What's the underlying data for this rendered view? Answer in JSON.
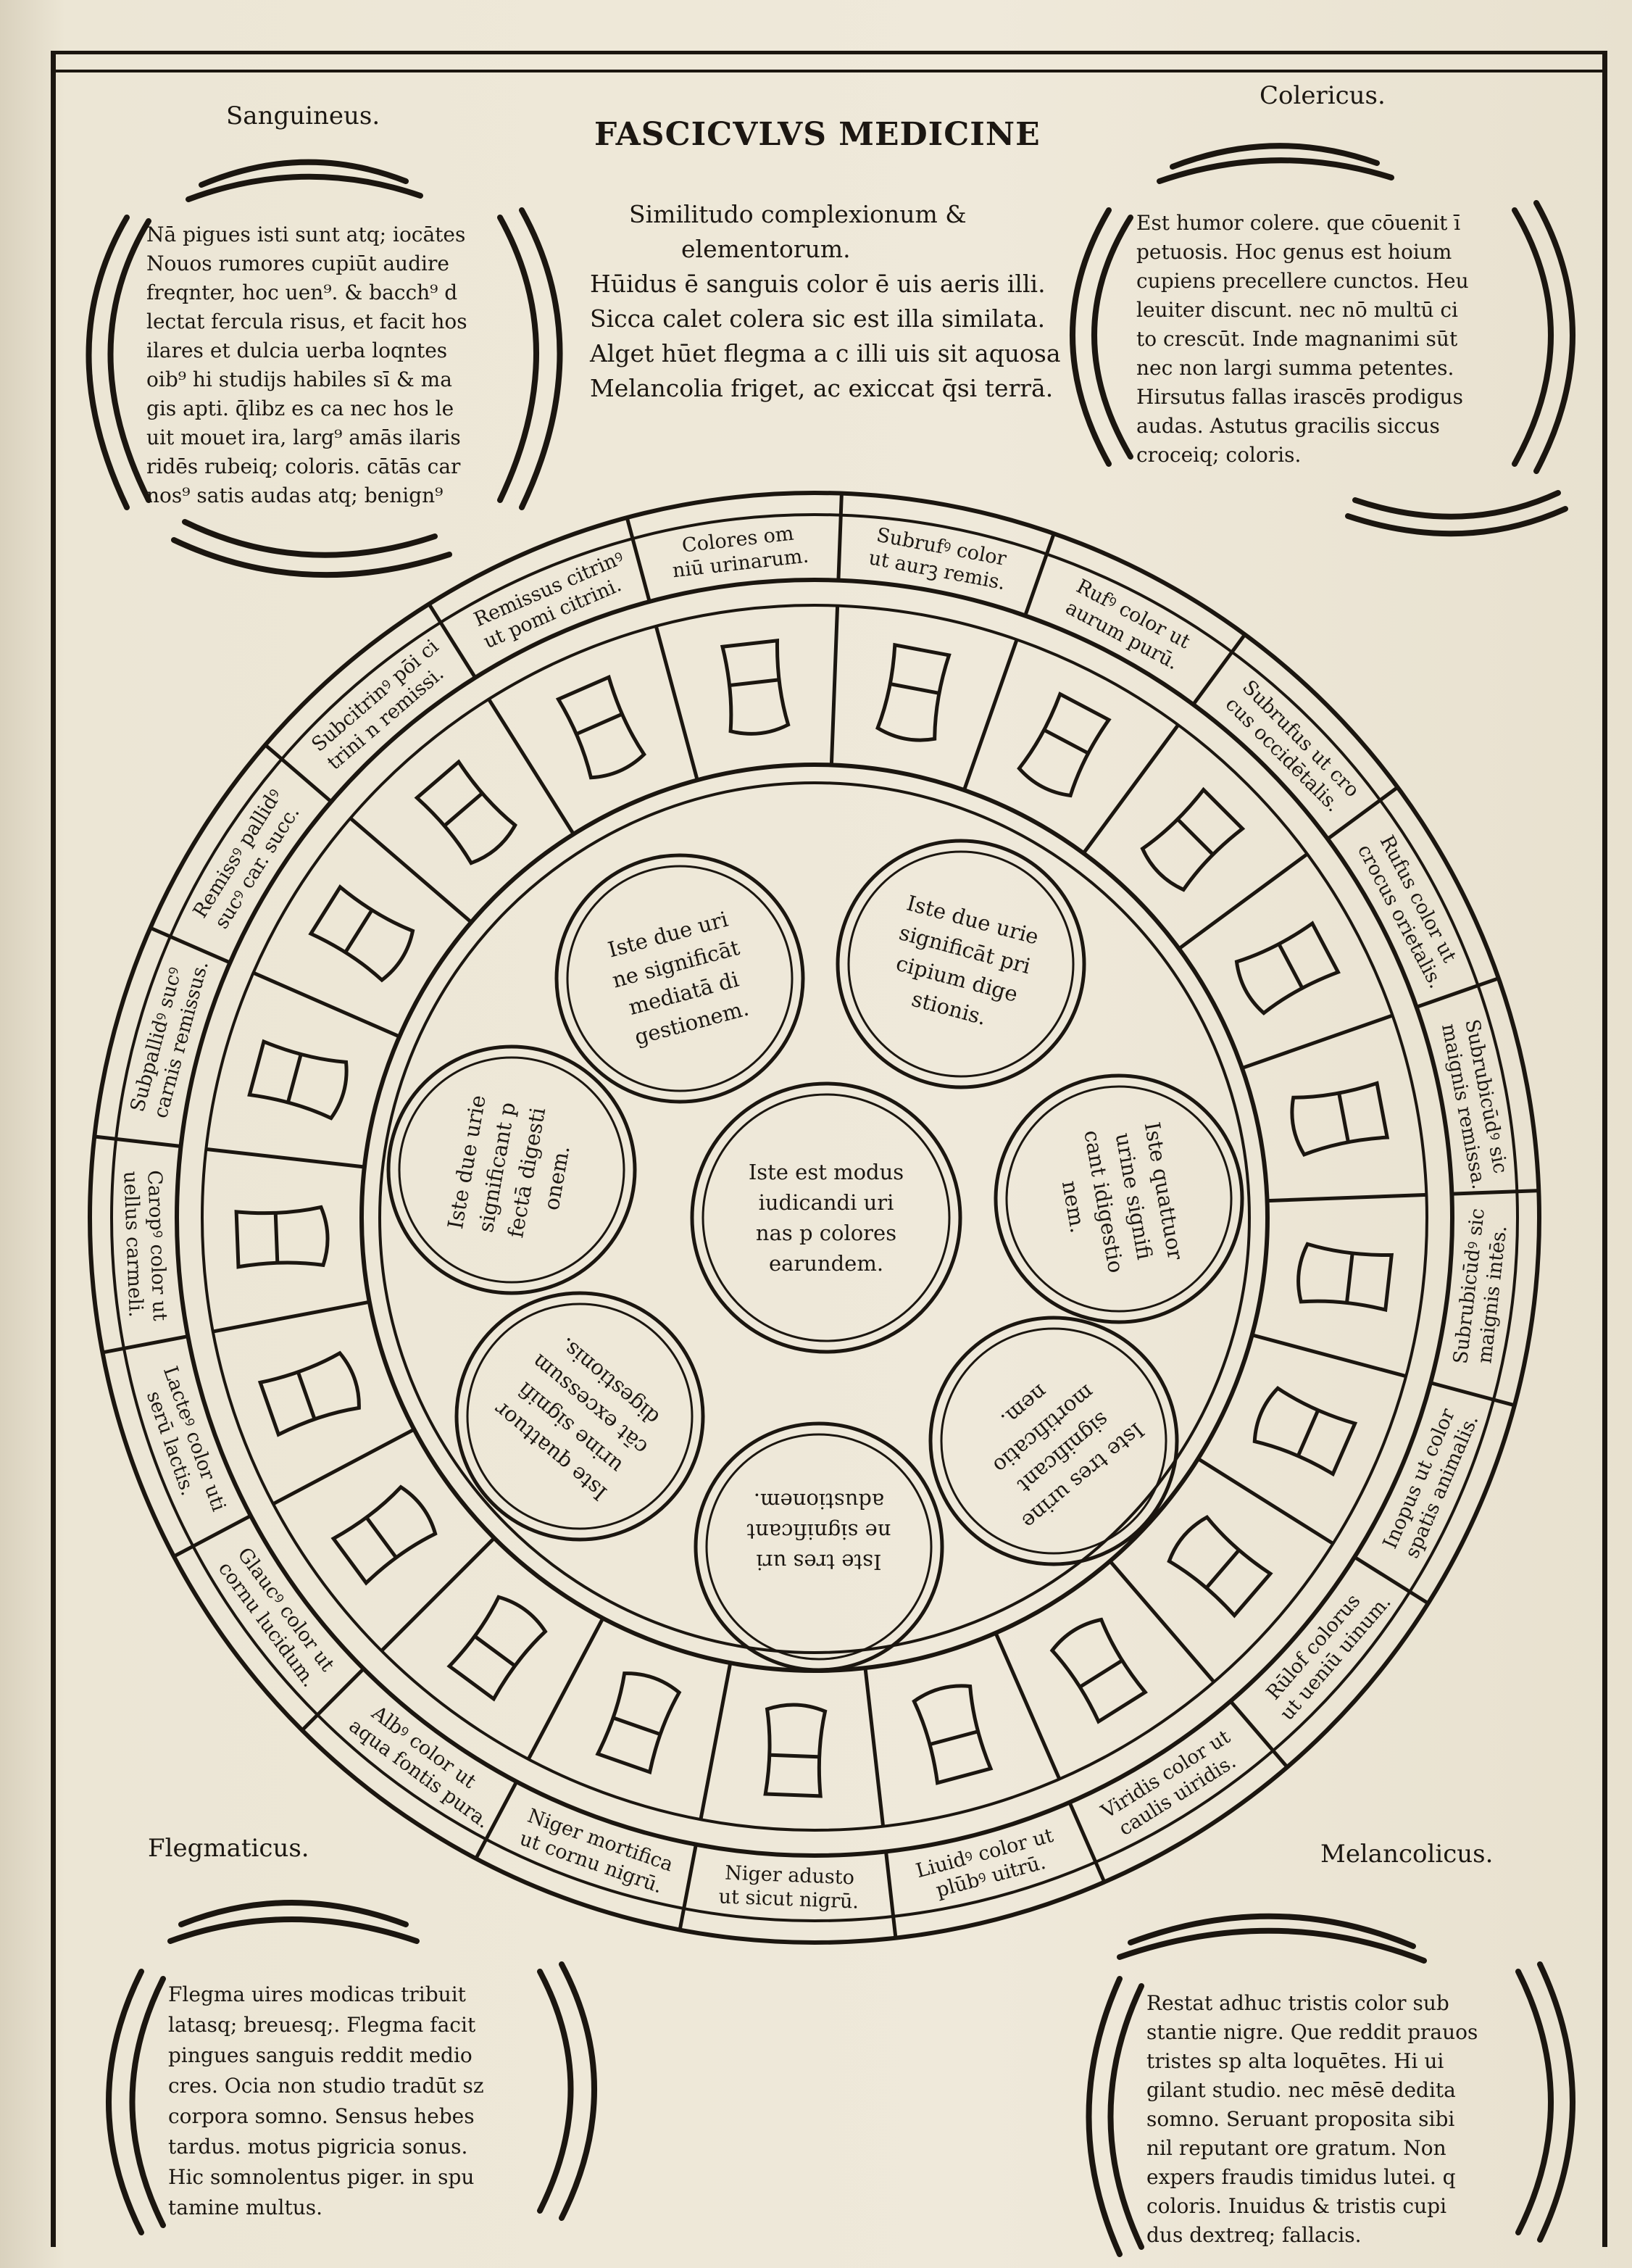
{
  "header": {
    "title": "FASCICVLVS MEDICINE"
  },
  "corners": {
    "top_left": "Sanguineus.",
    "top_right": "Colericus.",
    "bottom_left": "Flegmaticus.",
    "bottom_right": "Melancolicus."
  },
  "center_text": {
    "lines": [
      "Similitudo complexionum &",
      "elementorum.",
      "Hūidus ē sanguis color ē uis aeris illi.",
      "Sicca calet colera sic est illa similata.",
      "Alget hūet flegma a c illi uis sit aquosa",
      "Melancolia friget, ac exiccat q̄si terrā."
    ]
  },
  "paragraphs": {
    "sanguineus": [
      "Nā pigues isti sunt atq; iocātes",
      "Nouos rumores cupiūt audire",
      "freqnter, hoc uen⁹. & bacch⁹ d",
      "lectat fercula risus, et facit hos",
      "ilares et dulcia uerba loqntes",
      "oib⁹ hi studijs habiles sī & ma",
      "gis apti. q̄libz es ca nec hos le",
      "uit mouet ira, larg⁹ amās ilaris",
      "ridēs rubeiq; coloris. cātās car",
      "nos⁹ satis audas atq; benign⁹"
    ],
    "colericus": [
      "Est humor colere. que cōuenit ī",
      "petuosis. Hoc genus est hoium",
      "cupiens precellere cunctos. Heu",
      "leuiter discunt. nec nō multū ci",
      "to crescūt. Inde magnanimi sūt",
      "nec non largi summa petentes.",
      "Hirsutus fallas irascēs prodigus",
      "audas. Astutus gracilis siccus",
      "croceiq; coloris."
    ],
    "flegmaticus": [
      "Flegma uires modicas tribuit",
      "latasq; breuesq;. Flegma facit",
      "pingues sanguis reddit medio",
      "cres. Ocia non studio tradūt sz",
      "corpora somno. Sensus hebes",
      "tardus. motus pigricia sonus.",
      "Hic somnolentus piger. in spu",
      "tamine multus."
    ],
    "melancolicus": [
      "Restat adhuc tristis color sub",
      "stantie nigre. Que reddit prauos",
      "tristes sp alta loquētes. Hi ui",
      "gilant studio. nec mēsē dedita",
      "somno. Seruant proposita sibi",
      "nil reputant ore gratum. Non",
      "expers fraudis timidus lutei. q",
      "coloris. Inuidus & tristis cupi",
      "dus dextreq; fallacis."
    ]
  },
  "wheel": {
    "header_label": "Colores om\nniū urinarum.",
    "ring_labels": [
      "Subrufꝰ color\nut aurꝫ remis.",
      "Rufꝰ color ut\naurum purū.",
      "Subrufus ut cro\ncus occidētalis.",
      "Rufus color ut\ncrocus orietalis.",
      "Subrubicūdꝰ sic\nmaignis remissa.",
      "Subrubicūdꝰ sic\nmaignis intēs.",
      "Inopus ut color\nspatis animalis.",
      "Rūlof colorus\nut ueniū uinum.",
      "Viridis color ut\ncaulis uiridis.",
      "Liuidꝰ color ut\nplūbꝰ uitrū.",
      "Niger adusto\nut sicut nigrū.",
      "Niger mortifica\nut cornu nigrū.",
      "Albꝰ color ut\naqua fontis pura.",
      "Glaucꝰ color ut\ncornu lucidum.",
      "Lacteꝰ color uti\nserū lactis.",
      "Caropꝰ color ut\nuellus carmeli.",
      "Subpallidꝰ sucꝰ\ncarnis remissus.",
      "Remissꝰ pallidꝰ\nsucꝰ car. succ.",
      "Subcitrinꝰ pōi ci\ntrini n remissi.",
      "Remissus citrinꝰ\nut pomi citrini."
    ],
    "circles": {
      "top_left": "Iste due uri\nne significāt\nmediatā di\ngestionem.",
      "top_right": "Iste due urie\nsignificāt pri\ncipium dige\nstionis.",
      "right": "Iste quattuor\nurine signifi\ncant idigestio\nnem.",
      "left": "Iste due urie\nsignificant p\nfectā digesti\nonem.",
      "center": "Iste est modus\niudicandi uri\nnas p colores\nearundem.",
      "bottom_right": "Iste tres urine\nsignificant\nmortificatio\nnem.",
      "bottom": "Iste tres uri\nne significant\nadustionem.",
      "bottom_left": "Iste quattuor\nurine signifi\ncāt excessum\ndigestionis."
    }
  }
}
